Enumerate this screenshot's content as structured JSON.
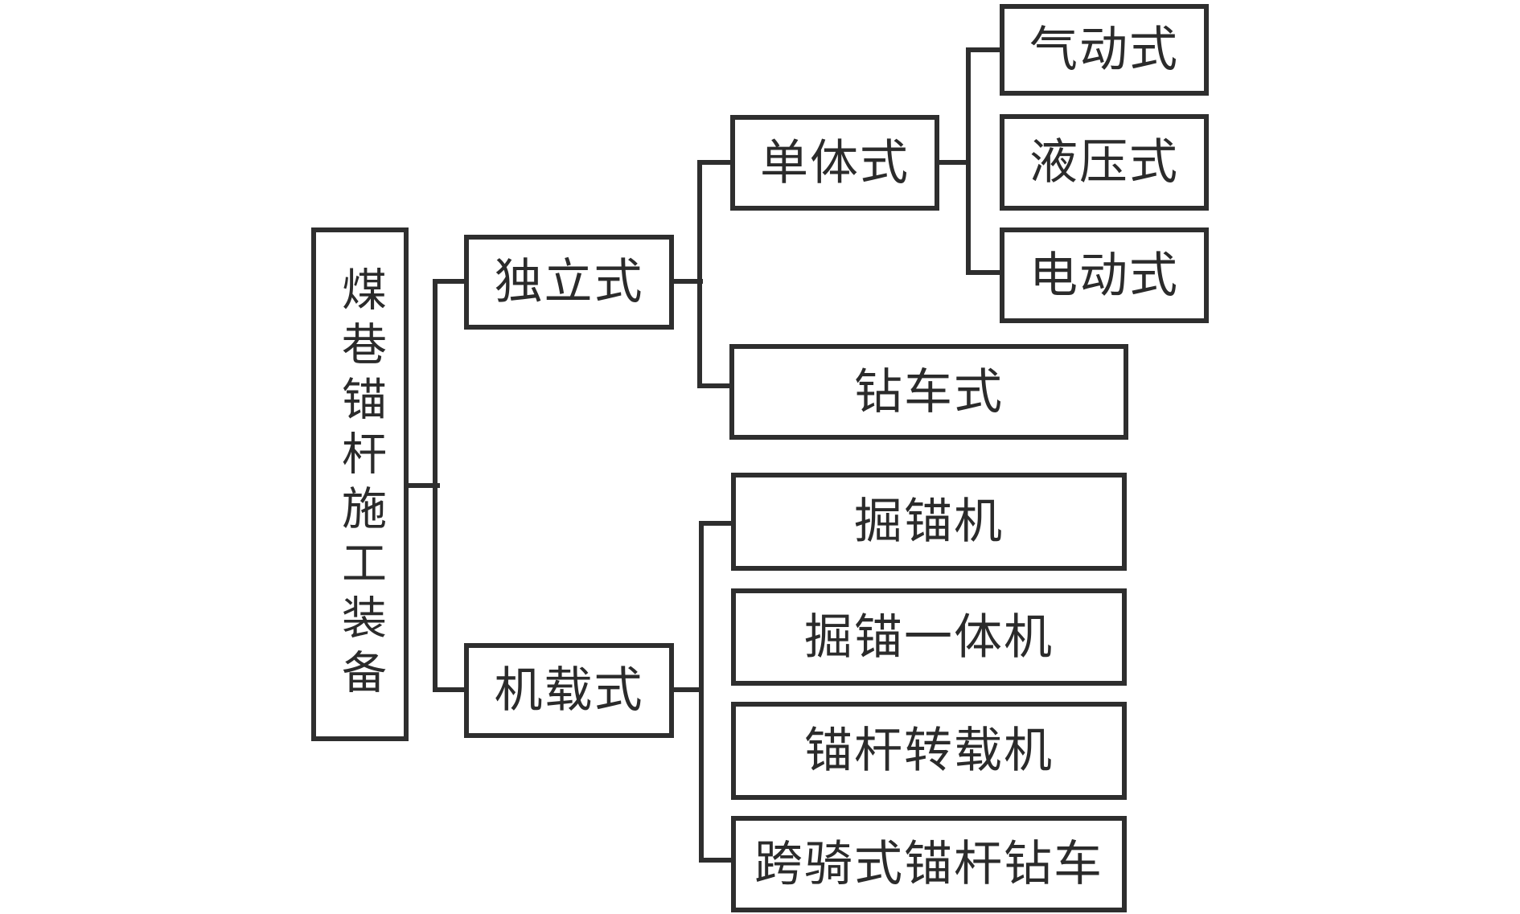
{
  "tree": {
    "root": "煤巷锚杆施工装备",
    "branches": [
      {
        "label": "独立式",
        "children": [
          {
            "label": "单体式",
            "children": [
              {
                "label": "气动式"
              },
              {
                "label": "液压式"
              },
              {
                "label": "电动式"
              }
            ]
          },
          {
            "label": "钻车式"
          }
        ]
      },
      {
        "label": "机载式",
        "children": [
          {
            "label": "掘锚机"
          },
          {
            "label": "掘锚一体机"
          },
          {
            "label": "锚杆转载机"
          },
          {
            "label": "跨骑式锚杆钻车"
          }
        ]
      }
    ]
  },
  "colors": {
    "line": "#2e2e2e",
    "text": "#2b2b2b",
    "background": "#ffffff"
  }
}
